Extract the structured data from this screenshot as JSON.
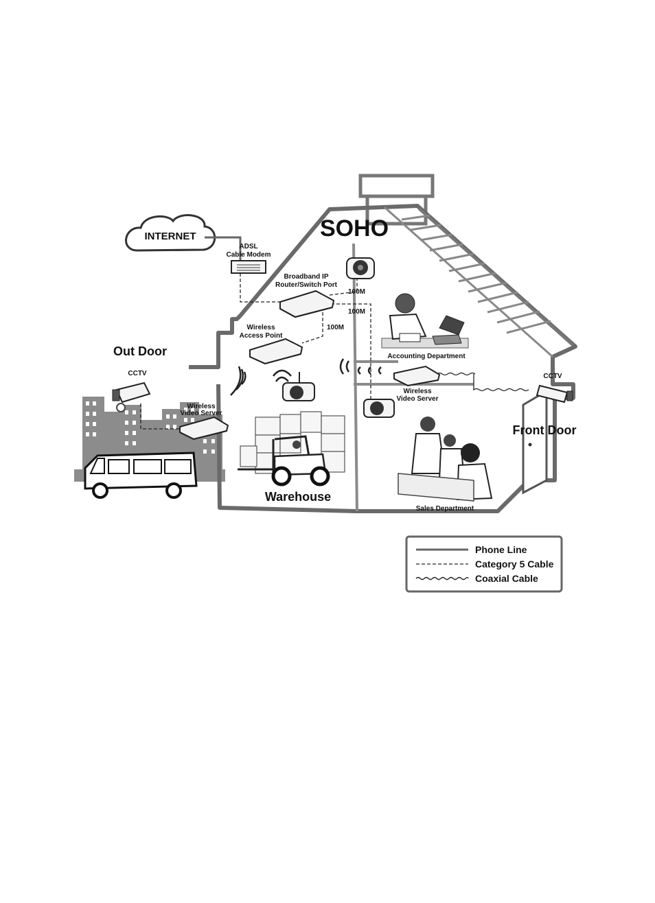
{
  "diagram": {
    "title": "SOHO",
    "nodes": {
      "internet": "INTERNET",
      "adsl_line1": "ADSL",
      "adsl_line2": "Cable Modem",
      "router_line1": "Broadband IP",
      "router_line2": "Router/Switch Port",
      "ap_line1": "Wireless",
      "ap_line2": "Access Point",
      "wvs_outdoor_line1": "Wireless",
      "wvs_outdoor_line2": "Video Server",
      "wvs_indoor_line1": "Wireless",
      "wvs_indoor_line2": "Video Server",
      "cctv_outdoor": "CCTV",
      "cctv_front": "CCTV"
    },
    "areas": {
      "out_door": "Out Door",
      "front_door": "Front Door",
      "warehouse": "Warehouse",
      "accounting": "Accounting Department",
      "sales": "Sales Department"
    },
    "links": {
      "speed_a": "100M",
      "speed_b": "100M",
      "speed_c": "100M"
    },
    "legend": [
      {
        "symbol": "phone",
        "label": "Phone Line"
      },
      {
        "symbol": "cat5",
        "label": "Category 5 Cable"
      },
      {
        "symbol": "coax",
        "label": "Coaxial Cable"
      }
    ]
  }
}
